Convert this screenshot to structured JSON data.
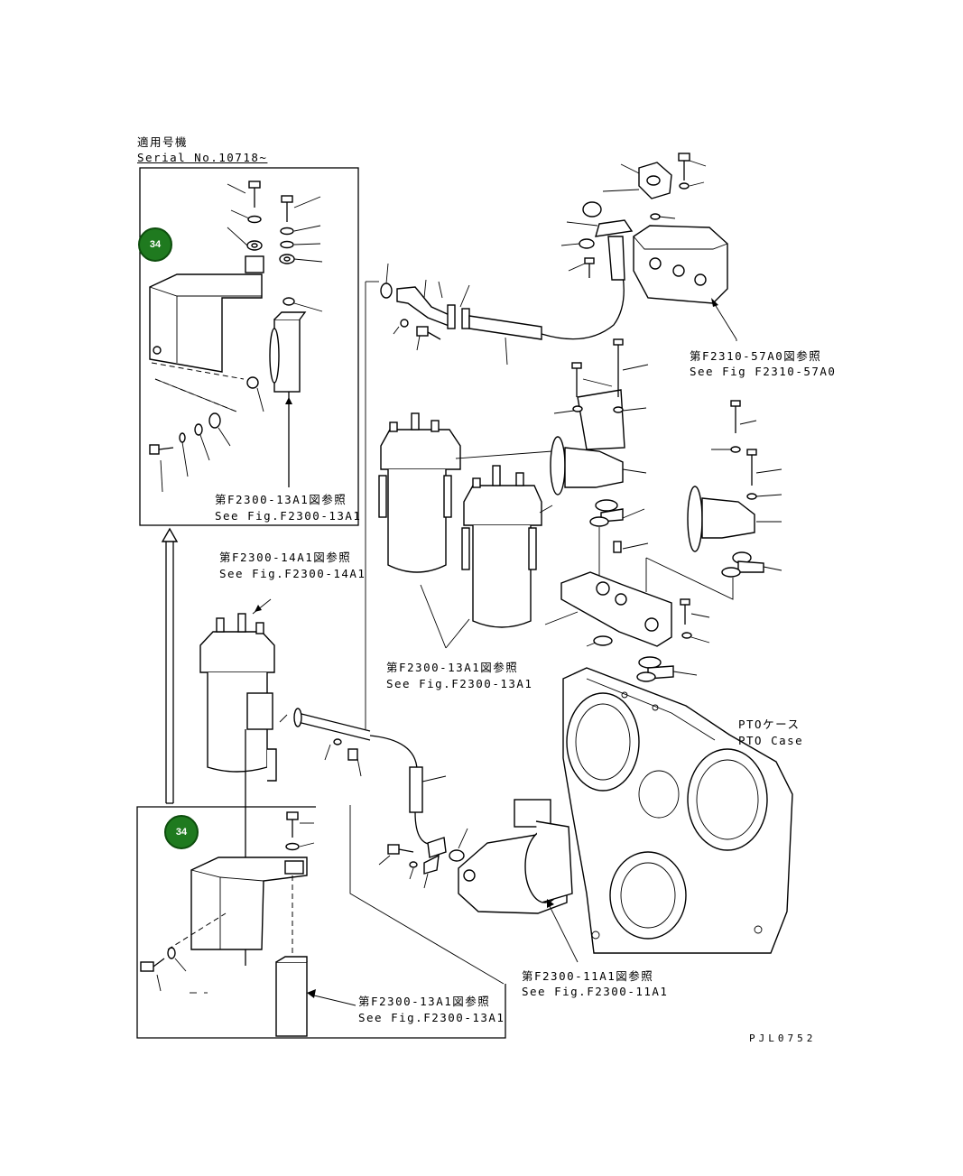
{
  "serial_block": {
    "applicable_jp": "適用号機",
    "serial": "Serial No.10718~"
  },
  "badges": {
    "top": "34",
    "bottom": "34"
  },
  "callouts": {
    "ref_13a1_upper": {
      "jp": "第F2300-13A1図参照",
      "en": "See Fig.F2300-13A1"
    },
    "ref_14a1": {
      "jp": "第F2300-14A1図参照",
      "en": "See Fig.F2300-14A1"
    },
    "ref_57a0": {
      "jp": "第F2310-57A0図参照",
      "en": "See Fig F2310-57A0"
    },
    "ref_13a1_center": {
      "jp": "第F2300-13A1図参照",
      "en": "See Fig.F2300-13A1"
    },
    "pto_case": {
      "jp": "PTOケース",
      "en": "PTO Case"
    },
    "ref_11a1": {
      "jp": "第F2300-11A1図参照",
      "en": "See Fig.F2300-11A1"
    },
    "ref_13a1_lower": {
      "jp": "第F2300-13A1図参照",
      "en": "See Fig.F2300-13A1"
    }
  },
  "drawing_code": "PJL0752"
}
